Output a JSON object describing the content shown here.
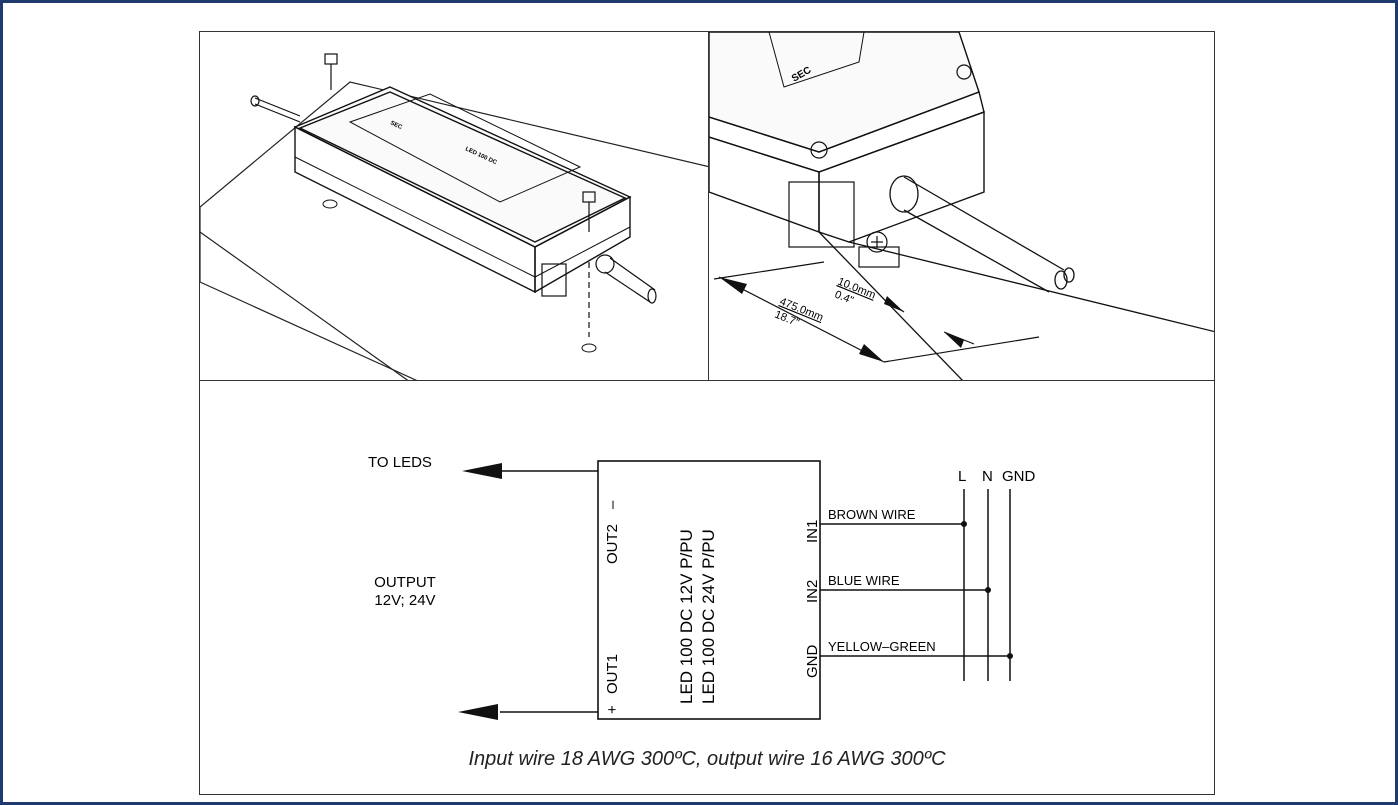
{
  "figure": {
    "border_color": "#1f3a6e",
    "top_left_panel": {
      "device_label_1": "LED 100 DC",
      "device_label_2": "SEC"
    },
    "top_right_panel": {
      "device_label": "SEC",
      "dim_small_mm": "10.0mm",
      "dim_small_in": "0.4\"",
      "dim_large_mm": "475.0mm",
      "dim_large_in": "18.7\""
    },
    "wiring": {
      "to_leds": "TO LEDS",
      "output_title": "OUTPUT",
      "output_voltages": "12V; 24V",
      "out2": "OUT2",
      "out2_sign": "–",
      "out1": "OUT1",
      "out1_sign": "+",
      "model_1": "LED 100 DC 12V P/PU",
      "model_2": "LED 100 DC 24V P/PU",
      "in1": "IN1",
      "in2": "IN2",
      "gnd_terminal": "GND",
      "brown_wire": "BROWN WIRE",
      "blue_wire": "BLUE WIRE",
      "yellow_green": "YELLOW–GREEN",
      "line_l": "L",
      "line_n": "N",
      "line_gnd": "GND"
    },
    "caption": "Input wire 18 AWG 300ºC, output wire 16 AWG 300ºC"
  }
}
